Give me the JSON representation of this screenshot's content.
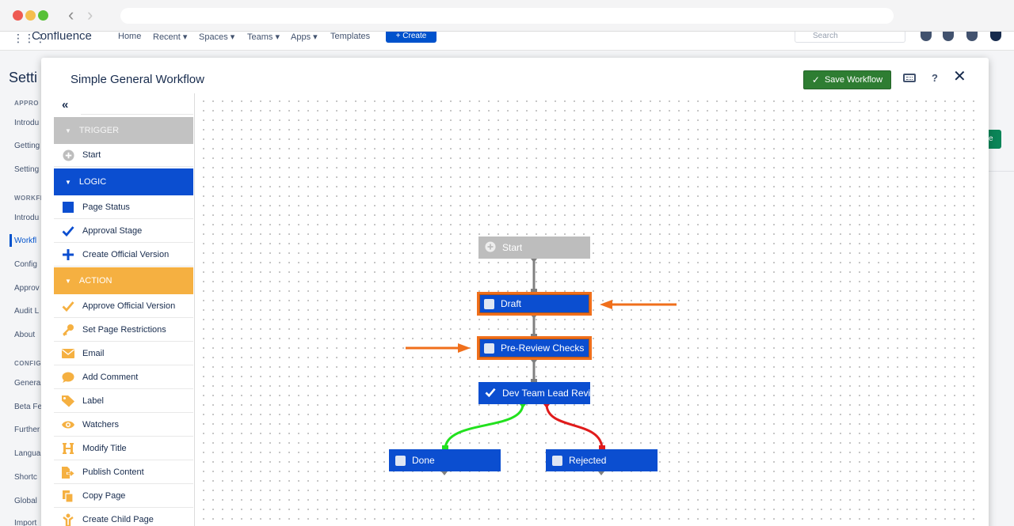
{
  "browser": {
    "back_arrow": "‹",
    "forward_arrow": "›"
  },
  "confluence": {
    "brand": "Confluence",
    "nav": [
      "Home",
      "Recent ▾",
      "Spaces ▾",
      "Teams ▾",
      "Apps ▾",
      "Templates"
    ],
    "create_label": "+ Create",
    "search_placeholder": "Search",
    "settings_title": "Setti",
    "sidebar": {
      "head_1": "APPRO",
      "intro_1": "Introdu",
      "getting": "Getting",
      "settings": "Setting",
      "head_2": "WORKFL",
      "intro_2": "Introdu",
      "workflows": "Workfl",
      "configure": "Config",
      "approvals": "Approv",
      "audit": "Audit L",
      "about": "About",
      "head_3": "CONFIG",
      "general": "Genera",
      "beta": "Beta Fe",
      "further": "Further",
      "language": "Langua",
      "shortcuts": "Shortc",
      "global": "Global",
      "import": "Import"
    },
    "right_button": "e"
  },
  "modal": {
    "title": "Simple General Workflow",
    "save_label": "Save Workflow",
    "help": "?",
    "close": "✕",
    "collapse": "«"
  },
  "palette": {
    "trigger": {
      "label": "TRIGGER",
      "items": [
        "Start"
      ]
    },
    "logic": {
      "label": "LOGIC",
      "items": [
        "Page Status",
        "Approval Stage",
        "Create Official Version"
      ]
    },
    "action": {
      "label": "ACTION",
      "items": [
        "Approve Official Version",
        "Set Page Restrictions",
        "Email",
        "Add Comment",
        "Label",
        "Watchers",
        "Modify Title",
        "Publish Content",
        "Copy Page",
        "Create Child Page"
      ]
    }
  },
  "workflow": {
    "nodes": {
      "start": "Start",
      "draft": "Draft",
      "pre_review": "Pre-Review Checks",
      "dev_lead": "Dev Team Lead Revi...",
      "done": "Done",
      "rejected": "Rejected"
    }
  },
  "colors": {
    "logic_blue": "#0b4ed0",
    "action_orange": "#f5b041",
    "trigger_gray": "#c2c2c2",
    "save_green": "#2e7d32",
    "highlight_orange": "#f06f1b",
    "approve_green": "#22e11e",
    "reject_red": "#e01b1b"
  }
}
